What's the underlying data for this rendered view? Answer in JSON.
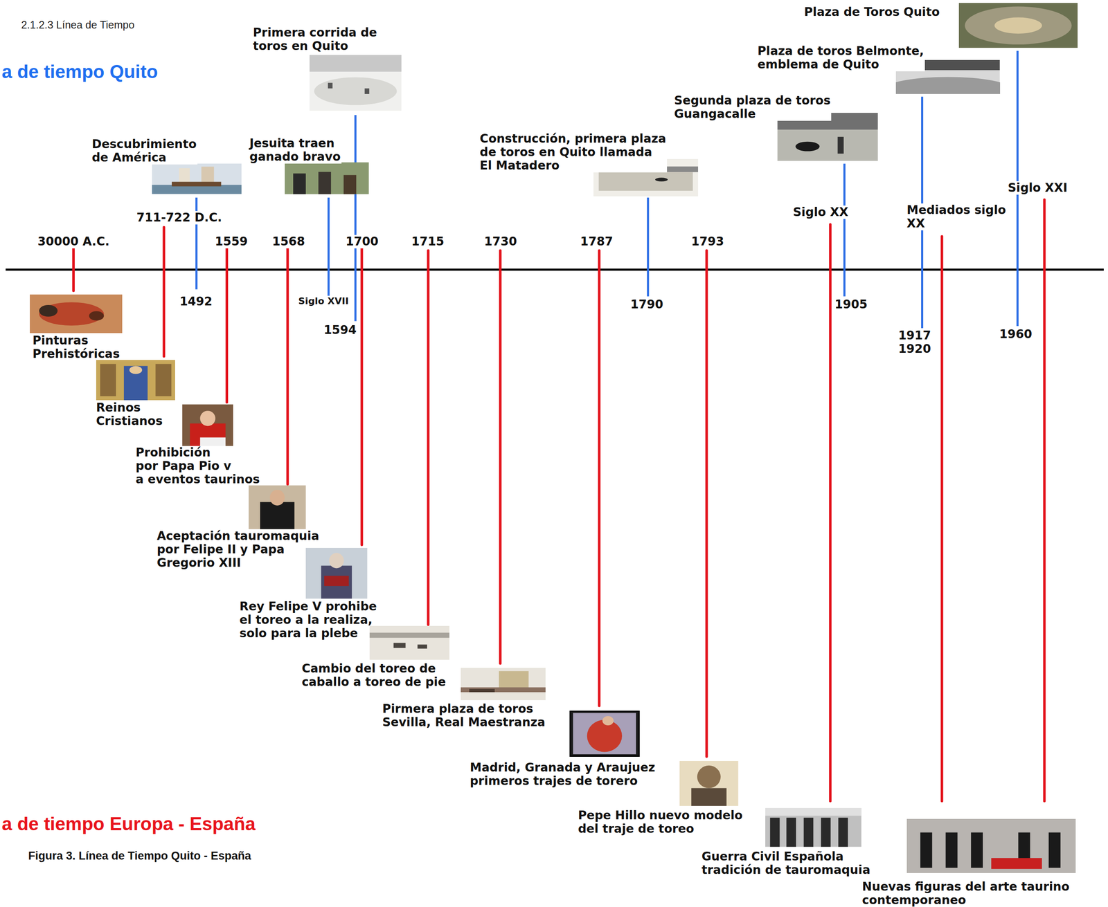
{
  "diagram": {
    "title": "2.1.2.3 Línea de Tiempo",
    "caption": "Figura 3. Línea de Tiempo Quito - España",
    "nodes": [
      {
        "text": [
          "Pinturas Prehistóricas"
        ]
      },
      {
        "text": [
          "Reinos Cristianos"
        ]
      },
      {
        "text": [
          "Descubrimiento de América"
        ]
      },
      {
        "text": [
          "Prohibición por Papa Pio v a eventos taurinos"
        ]
      },
      {
        "text": [
          "Aceptación tauromaquia por Felipe II y Papa Gregorio XIII"
        ]
      },
      {
        "text": [
          "Jesuita traen ganado bravo"
        ]
      },
      {
        "text": [
          "Primera corrida de toros en Quito"
        ]
      },
      {
        "text": [
          "Rey Felipe V prohibe el toreo a la realiza, solo para la plebe"
        ]
      },
      {
        "text": [
          "Cambio del toreo de caballo a toreo de pie"
        ]
      },
      {
        "text": [
          "Pirmera plaza de toros Sevilla, Real Maestranza"
        ]
      },
      {
        "text": [
          "Construcción, primera plaza de toros en Quito llamada El Matadero"
        ]
      },
      {
        "text": [
          "Madrid, Granada y Araujuez primeros trajes de torero"
        ]
      },
      {
        "text": [
          "Pepe Hillo nuevo modelo del traje de toreo"
        ]
      },
      {
        "text": [
          "Guerra Civil Española tradición de tauromaquia"
        ]
      },
      {
        "text": [
          "Segunda plaza de toros Guangacalle"
        ]
      },
      {
        "text": [
          "Plaza de toros Belmonte, emblema de Quito"
        ]
      },
      {
        "text": [
          "Nuevas figuras del arte taurino contemporaneo"
        ]
      },
      {
        "text": [
          "Plaza de Toros Quito"
        ]
      }
    ],
    "labels": [
      "a de tiempo Quito",
      "a de tiempo Europa - España",
      "30000 A.C.",
      "711-722 D.C.",
      "1559",
      "1568",
      "1700",
      "1715",
      "1730",
      "1787",
      "1793",
      "Siglo XX",
      "Mediados siglo XX",
      "Siglo XXI",
      "1492",
      "Siglo XVII",
      "1594",
      "1790",
      "1905",
      "1917 1920",
      "1960"
    ]
  }
}
